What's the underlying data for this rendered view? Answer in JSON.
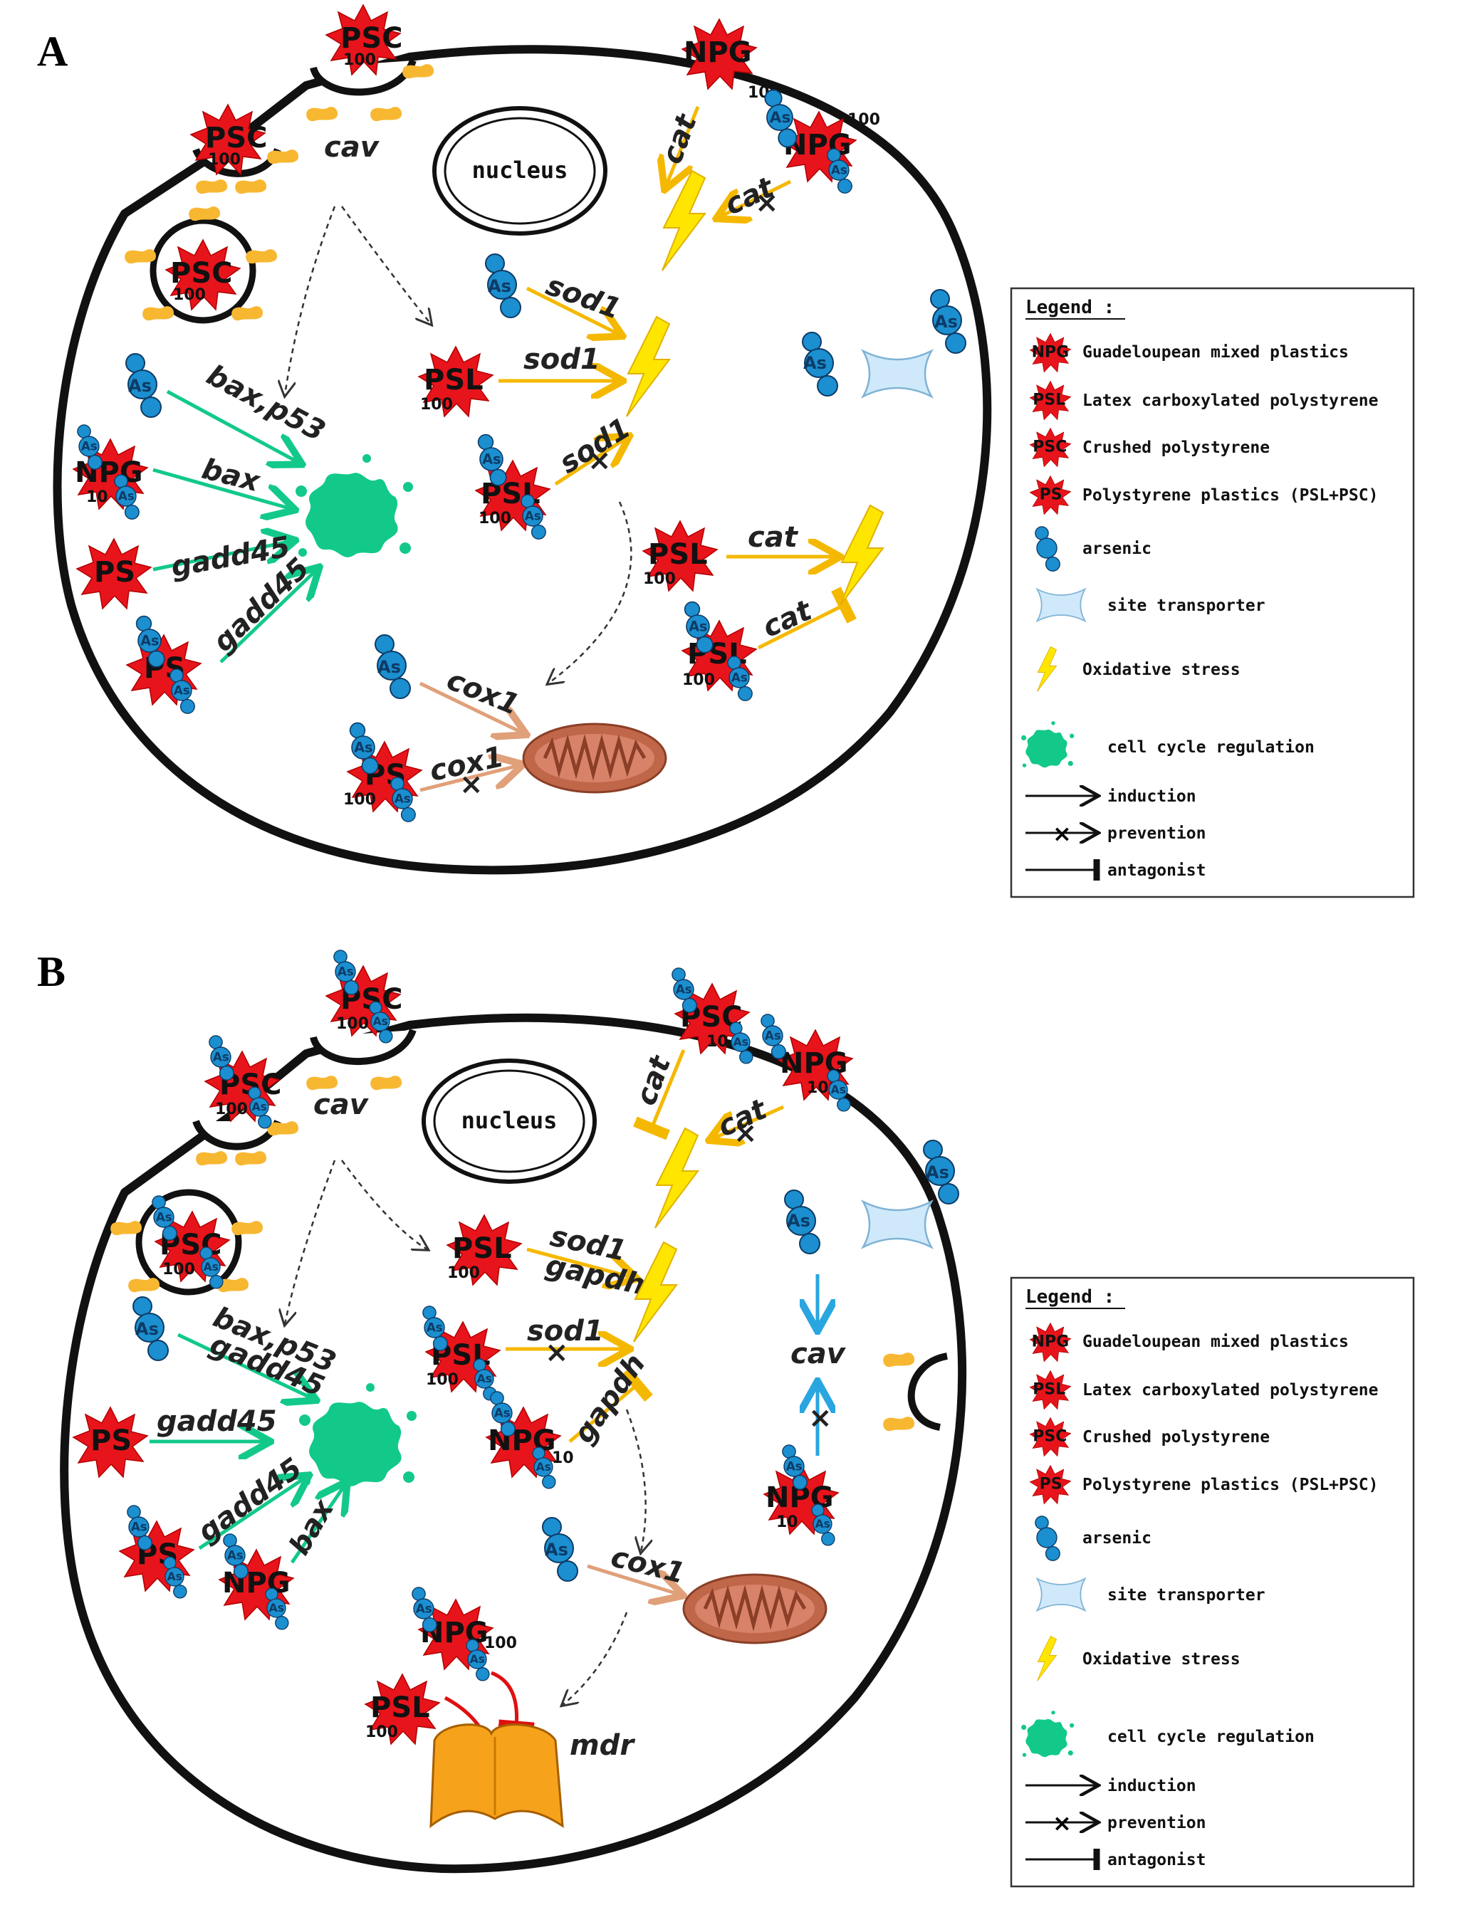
{
  "panels": {
    "a": {
      "letter": "A",
      "nucleus": "nucleus",
      "genes": {
        "cav": "cav",
        "cat1": "cat",
        "cat2": "cat",
        "sod1a": "sod1",
        "sod1b": "sod1",
        "sod1c": "sod1",
        "baxp53": "bax,p53",
        "bax": "bax",
        "gadd45a": "gadd45",
        "gadd45b": "gadd45",
        "cat3": "cat",
        "cat4": "cat",
        "cox1a": "cox1",
        "cox1b": "cox1"
      }
    },
    "b": {
      "letter": "B",
      "nucleus": "nucleus",
      "genes": {
        "cav1": "cav",
        "cat1": "cat",
        "cat2": "cat",
        "sod1a": "sod1",
        "gapdh1": "gapdh",
        "sod1b": "sod1",
        "gapdh2": "gapdh",
        "baxp53": "bax,p53",
        "gadd45a": "gadd45",
        "gadd45b": "gadd45",
        "gadd45c": "gadd45",
        "bax": "bax",
        "cav2": "cav",
        "cox1": "cox1",
        "mdr": "mdr"
      }
    }
  },
  "particles": {
    "npg": "NPG",
    "psl": "PSL",
    "psc": "PSC",
    "ps": "PS",
    "as": "As",
    "n10": "10",
    "n100": "100"
  },
  "legend": {
    "title": "Legend :",
    "items": [
      {
        "key": "npg",
        "label": "Guadeloupean mixed plastics"
      },
      {
        "key": "psl",
        "label": "Latex carboxylated polystyrene"
      },
      {
        "key": "psc",
        "label": "Crushed polystyrene"
      },
      {
        "key": "ps",
        "label": "Polystyrene plastics (PSL+PSC)"
      },
      {
        "key": "as",
        "label": "arsenic"
      },
      {
        "key": "transporter",
        "label": "site transporter"
      },
      {
        "key": "oxstress",
        "label": "Oxidative stress"
      },
      {
        "key": "cellcycle",
        "label": "cell cycle regulation"
      },
      {
        "key": "induction",
        "label": "induction"
      },
      {
        "key": "prevention",
        "label": "prevention"
      },
      {
        "key": "antagonist",
        "label": "antagonist"
      }
    ]
  },
  "colors": {
    "burst": "#e8141b",
    "arsenic": "#1b8fd0",
    "arsenic_dark": "#0d3b66",
    "oxidative": "#ffe600",
    "oxidative_arrow": "#f5b800",
    "cellcycle": "#12c98a",
    "mito": "#c0674a",
    "mito_arrow": "#e0a07a",
    "mdr": "#f7a21b",
    "transporter": "#cfe9fb",
    "cav_blue": "#29a6e0",
    "mdr_red": "#e01010",
    "caveolae": "#f7b731"
  },
  "icons": {
    "transporter": "site-transporter-icon",
    "oxidative": "lightning-bolt-icon",
    "cellcycle": "splat-icon",
    "mitochondrion": "mitochondrion-icon",
    "mdr": "mdr-pump-icon"
  }
}
